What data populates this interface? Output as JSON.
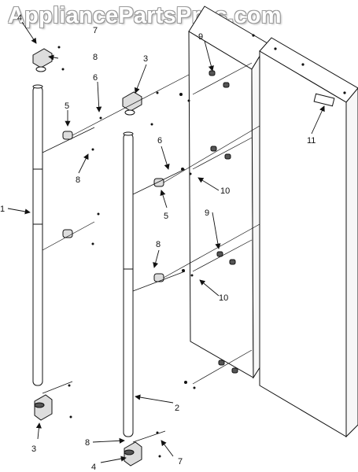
{
  "watermark": "AppliancePartsPros.com",
  "callouts": {
    "c1": "1",
    "c2": "2",
    "c3a": "3",
    "c3b": "3",
    "c4a": "4",
    "c4b": "4",
    "c5a": "5",
    "c5b": "5",
    "c6a": "6",
    "c6b": "6",
    "c7a": "7",
    "c7b": "7",
    "c8a": "8",
    "c8b": "8",
    "c8c": "8",
    "c8d": "8",
    "c9a": "9",
    "c9b": "9",
    "c10a": "10",
    "c10b": "10",
    "c11": "11"
  }
}
